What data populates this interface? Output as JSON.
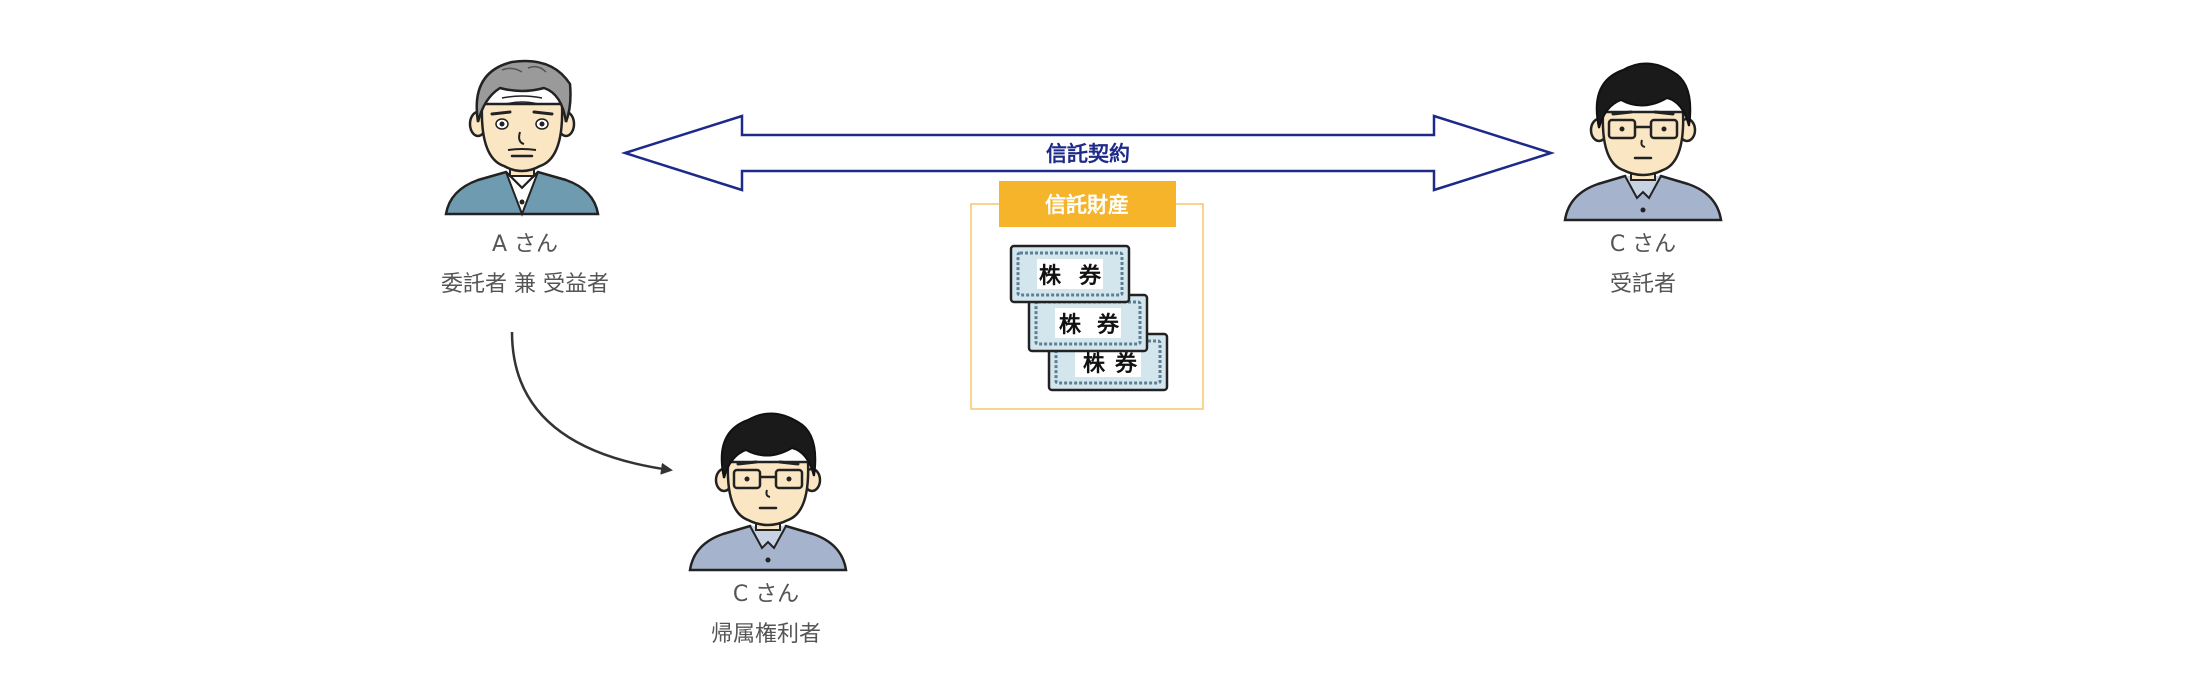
{
  "colors": {
    "contract_arrow_stroke": "#1e2a8a",
    "property_badge": "#f5b42a",
    "property_frame": "#f5c66a",
    "certificate_fill": "#d3e6ee",
    "shirt_blue": "#a5b4cc",
    "jacket_teal": "#6f9bb0",
    "skin": "#fbe6c4",
    "flow_arrow": "#333333"
  },
  "contract": {
    "label": "信託契約"
  },
  "property": {
    "label": "信託財産",
    "certificate_text": [
      "株",
      "券"
    ],
    "certificate_count": 3
  },
  "people": {
    "a": {
      "name": "A さん",
      "role": "委託者 兼 受益者",
      "icon": "elderly-man-icon"
    },
    "trustee": {
      "name": "C さん",
      "role": "受託者",
      "icon": "man-with-glasses-icon"
    },
    "beneficiary": {
      "name": "C さん",
      "role": "帰属権利者",
      "icon": "man-with-glasses-icon"
    }
  }
}
